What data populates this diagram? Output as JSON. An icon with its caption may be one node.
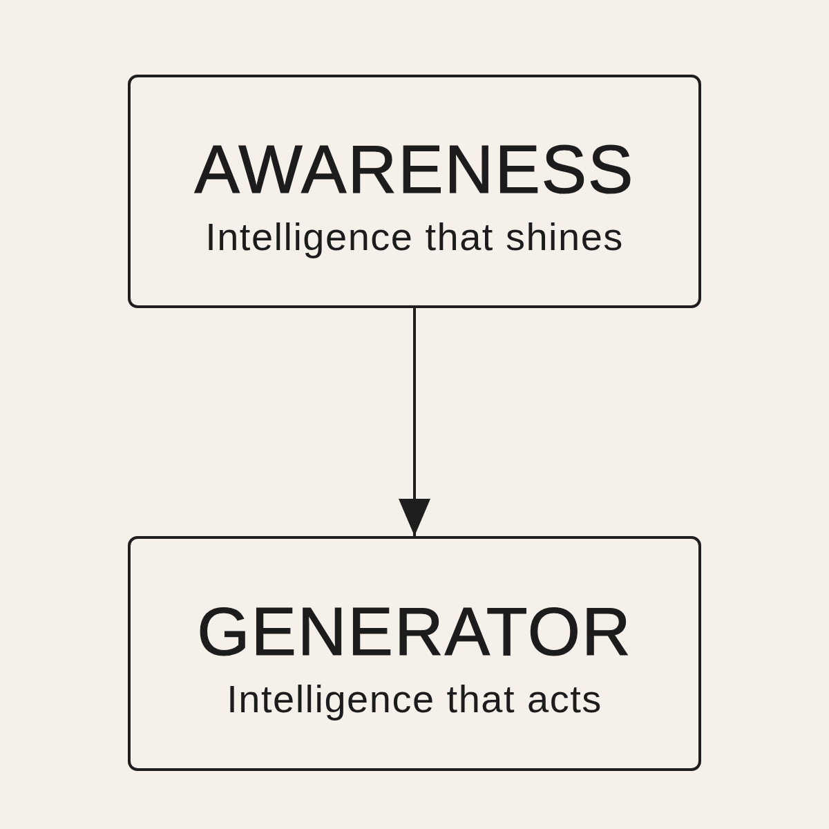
{
  "diagram": {
    "nodes": [
      {
        "text": [
          "AWARENESS",
          "Intelligence that shines"
        ]
      },
      {
        "text": [
          "GENERATOR",
          "Intelligence that acts"
        ]
      }
    ],
    "edges": [
      {
        "from": 0,
        "to": 1,
        "arrow": "to"
      }
    ]
  }
}
